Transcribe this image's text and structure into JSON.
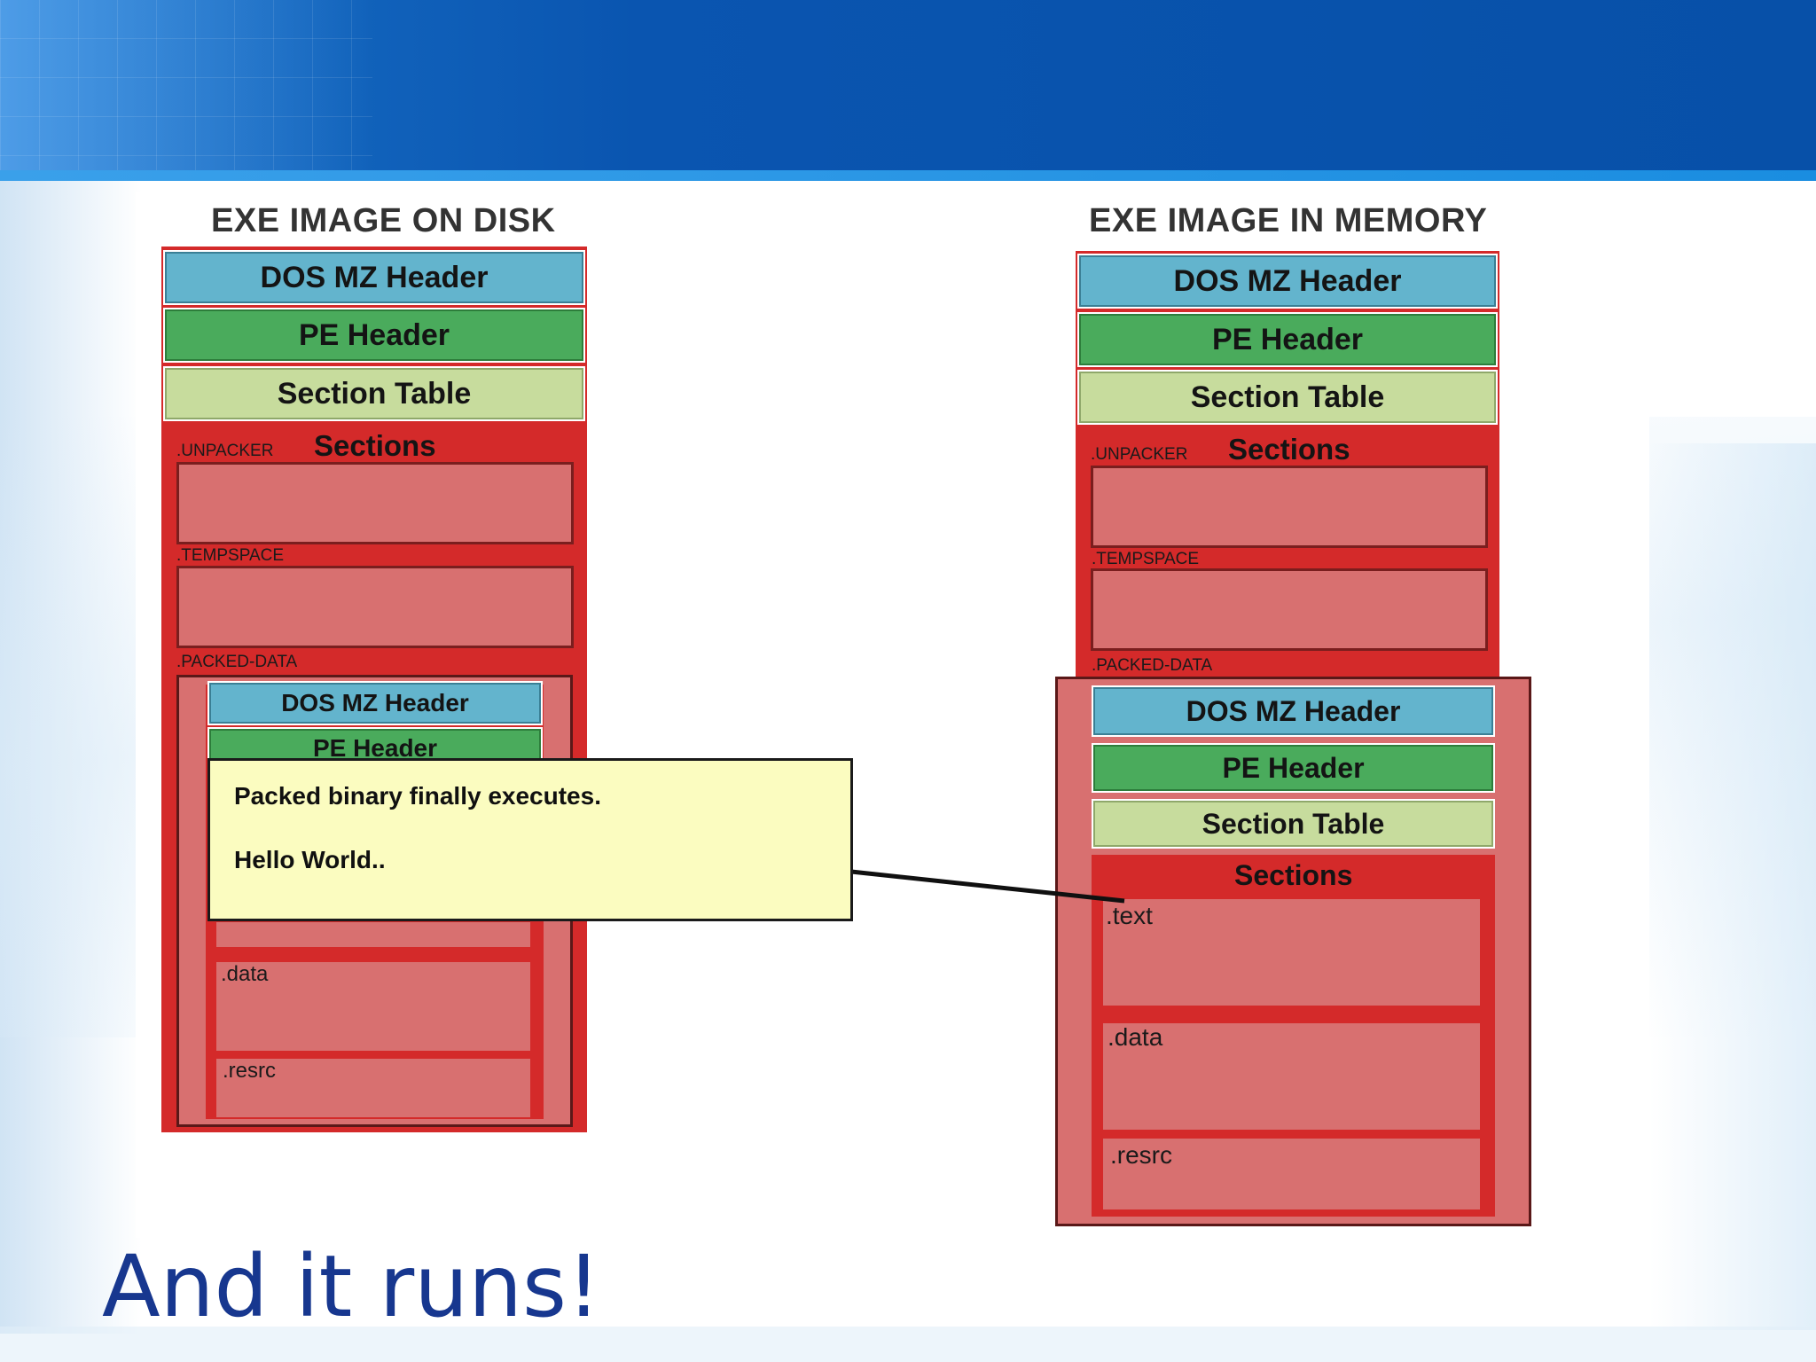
{
  "slide": {
    "title": "And it runs!"
  },
  "disk_image": {
    "title": "EXE IMAGE ON DISK",
    "dos_header": "DOS MZ Header",
    "pe_header": "PE Header",
    "section_table": "Section Table",
    "sections_label": "Sections",
    "unpacker_label": ".UNPACKER",
    "tempspace_label": ".TEMPSPACE",
    "packed_data_label": ".PACKED-DATA",
    "packed": {
      "dos_header": "DOS MZ Header",
      "pe_header": "PE Header",
      "data_label": ".data",
      "resrc_label": ".resrc"
    }
  },
  "memory_image": {
    "title": "EXE IMAGE IN MEMORY",
    "dos_header": "DOS MZ Header",
    "pe_header": "PE Header",
    "section_table": "Section Table",
    "sections_label": "Sections",
    "unpacker_label": ".UNPACKER",
    "tempspace_label": ".TEMPSPACE",
    "packed_data_label": ".PACKED-DATA",
    "unpacked": {
      "dos_header": "DOS MZ Header",
      "pe_header": "PE Header",
      "section_table": "Section Table",
      "sections_label": "Sections",
      "text_label": ".text",
      "data_label": ".data",
      "resrc_label": ".resrc"
    }
  },
  "callout": {
    "line1": "Packed binary finally executes.",
    "line2": "Hello World.."
  },
  "colors": {
    "dos_header": "#63b4cd",
    "pe_header": "#4aab5c",
    "section_table": "#c7dc9d",
    "sections_area": "#d42a2a",
    "section_box": "#d87070",
    "callout": "#fbfcc0",
    "title_text": "#17378f"
  }
}
